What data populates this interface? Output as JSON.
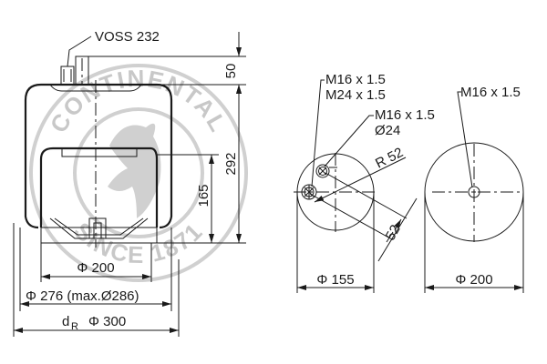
{
  "drawing": {
    "side_view": {
      "valve_label": "VOSS 232",
      "dim_top_height": "50",
      "dim_total_height": "292",
      "dim_piston_height": "165",
      "dim_piston_diameter": "Φ 200",
      "dim_bellows_diameter": "Φ 276 (max.Ø286)",
      "dim_ref_diameter_prefix": "d",
      "dim_ref_diameter_sub": "R",
      "dim_ref_diameter": "Φ 300"
    },
    "top_plate_view": {
      "thread_label_1": "M16 x 1.5",
      "thread_label_2": "M24 x 1.5",
      "port_label_1": "M16 x 1.5",
      "port_label_2": "Ø24",
      "radius_label": "R 52",
      "offset_label": "52",
      "diameter_label": "Φ 155"
    },
    "bottom_plate_view": {
      "thread_label": "M16 x 1.5",
      "diameter_label": "Φ 200"
    },
    "watermark": {
      "top_text": "CONTINENTAL",
      "bottom_text": "SINCE 1871",
      "color": "#c8c8c8"
    }
  }
}
